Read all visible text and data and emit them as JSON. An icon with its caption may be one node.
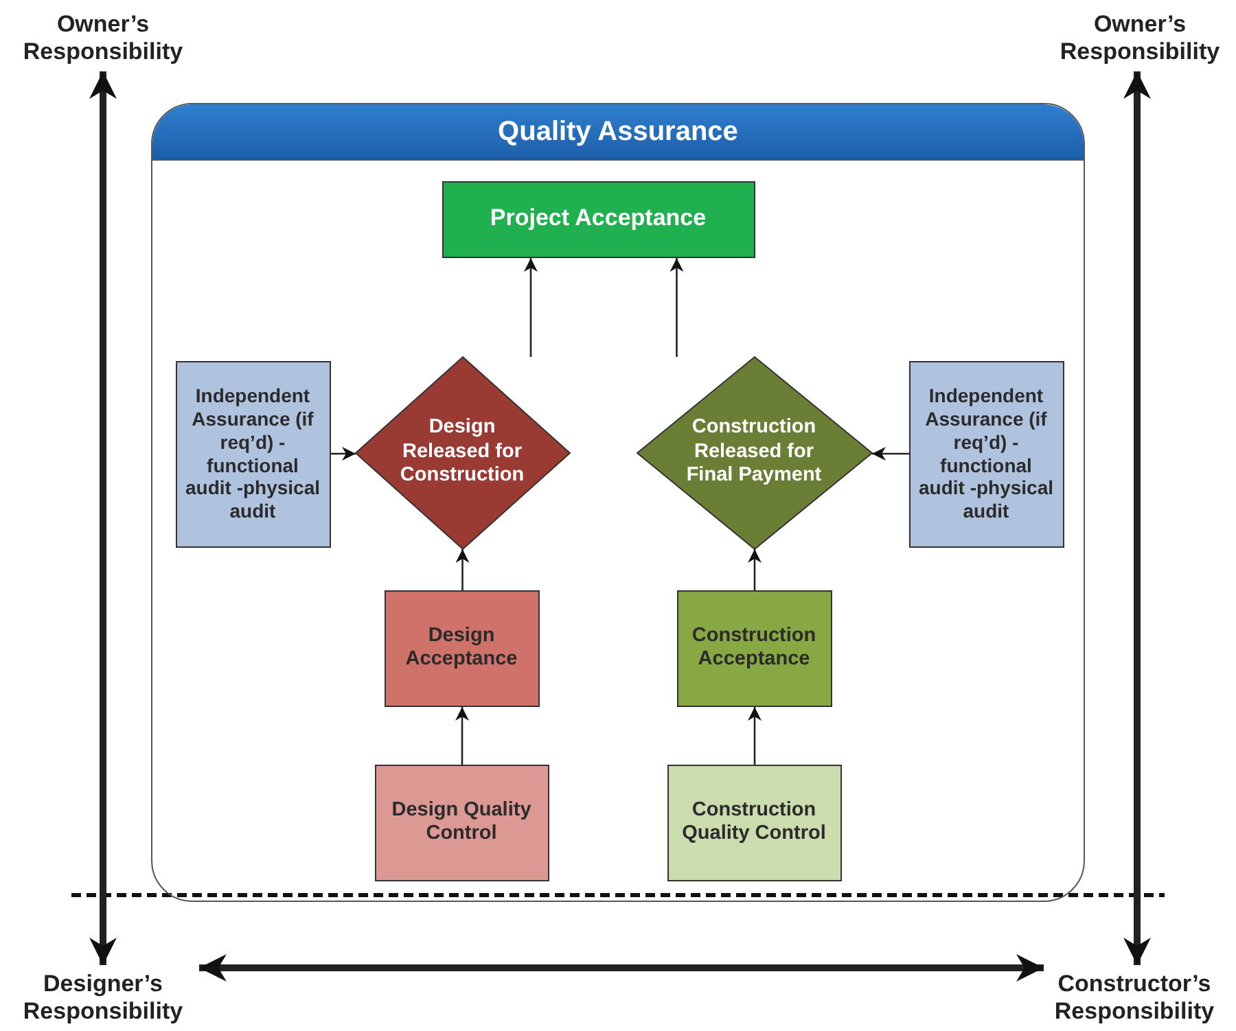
{
  "diagram": {
    "nodes": [
      {
        "text": [
          "Quality Assurance"
        ]
      },
      {
        "text": [
          "Project Acceptance"
        ],
        "in": 0
      },
      {
        "text": [
          "Independent Assurance (if req’d) - functional audit -physical audit"
        ],
        "in": 0
      },
      {
        "text": [
          "Design Released for Construction"
        ],
        "in": 0
      },
      {
        "text": [
          "Construction Released for Final Payment"
        ],
        "in": 0
      },
      {
        "text": [
          "Independent Assurance (if req’d) - functional audit -physical audit"
        ],
        "in": 0
      },
      {
        "text": [
          "Design Acceptance"
        ],
        "in": 0
      },
      {
        "text": [
          "Construction Acceptance"
        ],
        "in": 0
      },
      {
        "text": [
          "Design Quality Control"
        ],
        "in": 0
      },
      {
        "text": [
          "Construction Quality Control"
        ],
        "in": 0
      },
      {
        "text": [
          "Owner’s Responsibility"
        ]
      },
      {
        "text": [
          "Owner’s Responsibility"
        ]
      },
      {
        "text": [
          "Designer’s Responsibility"
        ]
      },
      {
        "text": [
          "Constructor’s Responsibility"
        ]
      }
    ],
    "edges": [
      {
        "from": 3,
        "to": 1,
        "arrow": "to"
      },
      {
        "from": 4,
        "to": 1,
        "arrow": "to"
      },
      {
        "from": 2,
        "to": 3,
        "arrow": "to"
      },
      {
        "from": 5,
        "to": 4,
        "arrow": "to"
      },
      {
        "from": 6,
        "to": 3,
        "arrow": "to"
      },
      {
        "from": 7,
        "to": 4,
        "arrow": "to"
      },
      {
        "from": 8,
        "to": 6,
        "arrow": "to"
      },
      {
        "from": 9,
        "to": 7,
        "arrow": "to"
      },
      {
        "from": 10,
        "to": 12,
        "arrow": "both",
        "style": "thick"
      },
      {
        "from": 11,
        "to": 13,
        "arrow": "both",
        "style": "thick"
      },
      {
        "from": 12,
        "to": 13,
        "arrow": "both",
        "style": "thick"
      }
    ]
  }
}
